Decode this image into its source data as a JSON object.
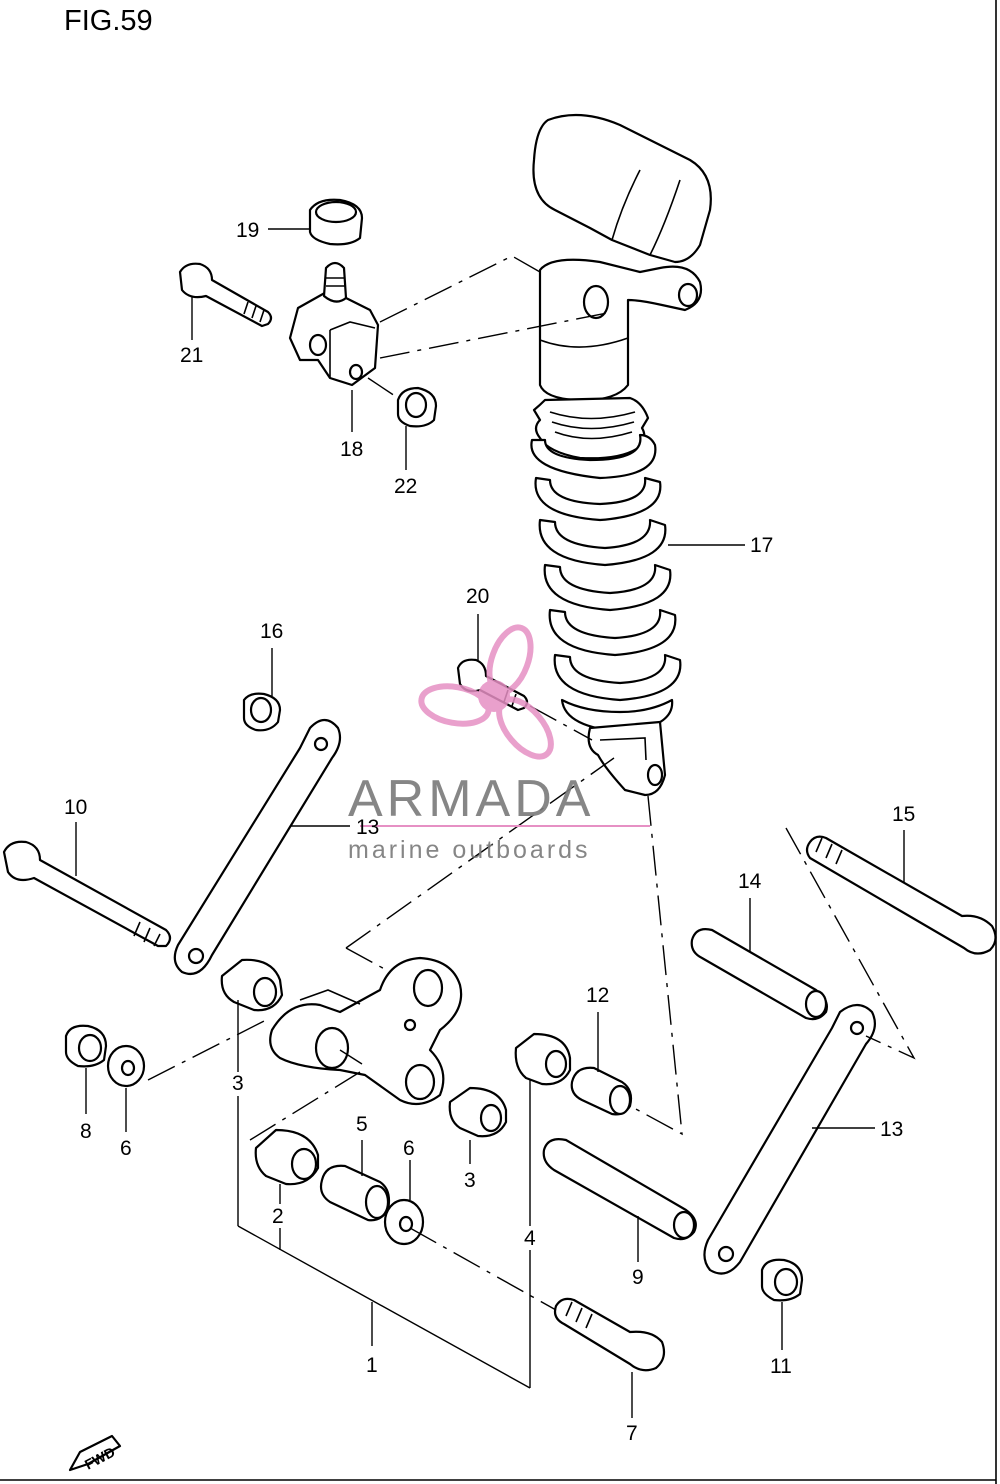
{
  "figure": {
    "title": "FIG.59",
    "fwd_badge": "FWD"
  },
  "watermark": {
    "brand": "ARMADA",
    "tagline": "marine outboards",
    "text_color": "#7a7a7a",
    "logo_color": "#e690c4"
  },
  "callouts": [
    "1",
    "2",
    "3",
    "3",
    "4",
    "5",
    "6",
    "6",
    "7",
    "8",
    "9",
    "10",
    "11",
    "12",
    "13",
    "13",
    "14",
    "15",
    "16",
    "17",
    "18",
    "19",
    "20",
    "21",
    "22"
  ]
}
